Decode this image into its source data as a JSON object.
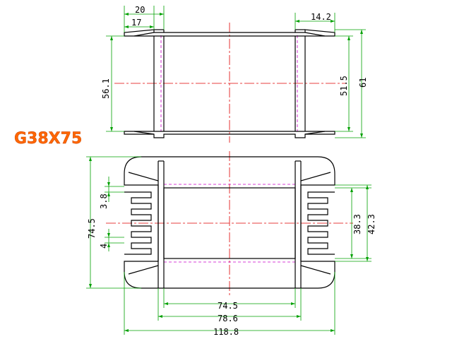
{
  "title": "G38X75",
  "colors": {
    "outline": "#000000",
    "dimension": "#00a000",
    "centerline": "#e00000",
    "hidden": "#cc00cc",
    "title": "#ff6600"
  },
  "top_view": {
    "dims": {
      "flange_outer": "20",
      "flange_inner": "17",
      "flange_right": "14.2",
      "left_height": "56.1",
      "right_inner_height": "51.5",
      "right_outer_height": "61"
    }
  },
  "front_view": {
    "dims": {
      "slot_gap": "3.8",
      "overall_height": "74.5",
      "pin_pitch": "4",
      "inner_height": "38.3",
      "outer_height": "42.3",
      "core_width": "74.5",
      "bobbin_width": "78.6",
      "overall_width": "118.8"
    }
  }
}
